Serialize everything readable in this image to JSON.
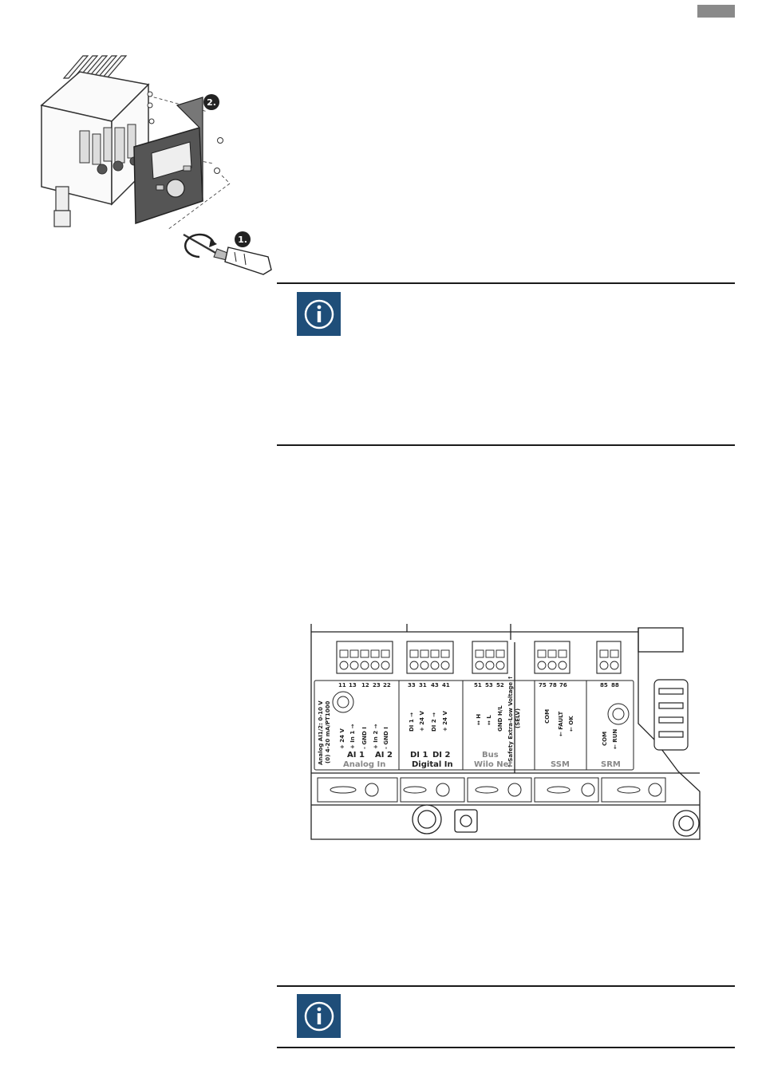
{
  "header": {
    "language_tab_color": "#8a8a8a"
  },
  "figure_removal": {
    "steps": [
      {
        "label": "1."
      },
      {
        "label": "2."
      }
    ]
  },
  "info_boxes": [
    {
      "icon": "info-icon",
      "color": "#1f4e79"
    },
    {
      "icon": "info-icon",
      "color": "#1f4e79"
    }
  ],
  "terminal_figure": {
    "terminal_numbers": {
      "analog": [
        "11",
        "13",
        "12",
        "23",
        "22"
      ],
      "digital": [
        "33",
        "31",
        "43",
        "41"
      ],
      "bus": [
        "51",
        "53",
        "52"
      ],
      "ssm": [
        "75",
        "78",
        "76"
      ],
      "srm": [
        "85",
        "88"
      ]
    },
    "vertical_labels": {
      "analog_config_1": "Analog AI1/2: 0-10 V",
      "analog_config_2": "(0) 4-20 mA/PT1000",
      "ai1_24v": "+ 24 V",
      "ai1_in": "+ In 1 →",
      "ai1_gnd": "- GND I",
      "ai2_in": "+ In 2 →",
      "ai2_gnd": "- GND I",
      "di1_in": "DI 1 →",
      "di1_24v": "+ 24 V",
      "di2_in": "DI 2 →",
      "di2_24v": "+ 24 V",
      "bus_h": "↔ H",
      "bus_l": "↔ L",
      "bus_gnd": "GND H/L",
      "selv_1": "↑ Safety Extra-Low Voltage ↑",
      "selv_2": "(SELV)",
      "ssm_com": "COM",
      "ssm_fault": "← FAULT",
      "ssm_ok": "← OK",
      "srm_com": "COM",
      "srm_run": "← RUN"
    },
    "labels": {
      "ai1": "AI 1",
      "ai2": "AI 2",
      "analog_in": "Analog In",
      "di1": "DI 1",
      "di2": "DI 2",
      "digital_in": "Digital In",
      "bus": "Bus",
      "wilo_net": "Wilo Net",
      "ssm": "SSM",
      "srm": "SRM"
    }
  }
}
